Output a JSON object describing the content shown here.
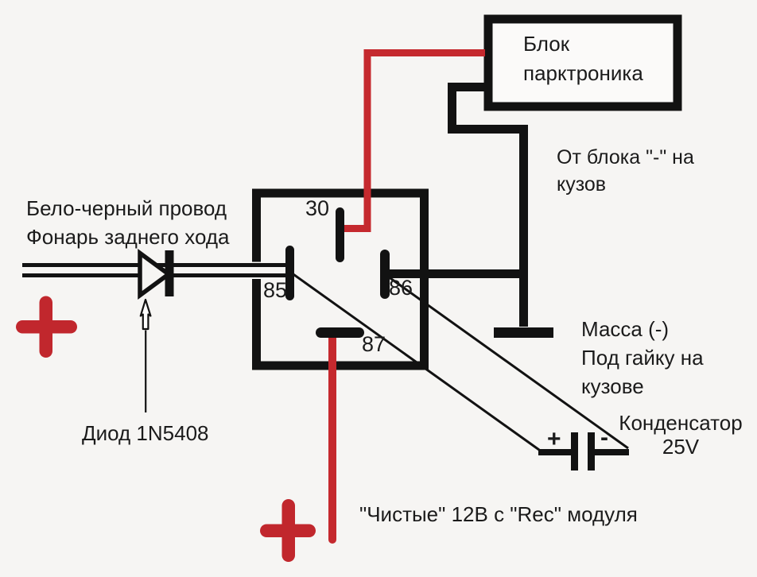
{
  "colors": {
    "background": "#f6f5f3",
    "wire_red": "#c5292e",
    "plus_red": "#c1272d",
    "line_black": "#121212",
    "box_fill": "#fbfaf9"
  },
  "labels": {
    "parktronic_block": {
      "line1": "Блок",
      "line2": "парктроника"
    },
    "from_block_to_body": {
      "line1": "От блока \"-\" на",
      "line2": "кузов"
    },
    "reverse_lamp_wire": {
      "line1": "Бело-черный провод",
      "line2": "Фонарь заднего хода"
    },
    "diode": "Диод 1N5408",
    "ground": {
      "line1": "Масса (-)",
      "line2": "Под гайку на",
      "line3": "кузове"
    },
    "capacitor": {
      "line1": "Конденсатор",
      "line2": "25V"
    },
    "clean_12v": "\"Чистые\" 12В с \"Rec\" модуля",
    "cap_plus": "+",
    "cap_minus": "-",
    "pins": {
      "p30": "30",
      "p85": "85",
      "p86": "86",
      "p87": "87"
    }
  }
}
